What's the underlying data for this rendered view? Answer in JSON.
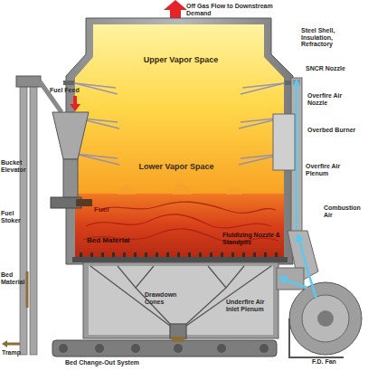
{
  "diagram": {
    "labels": [
      "Off Gas Flow to Downstream Demand",
      "Upper Vapor Space",
      "Steel Shell, Insulation, Refractory",
      "SNCR Nozzle",
      "Overfire Air Nozzle",
      "Fuel Feed",
      "Bucket Elevator",
      "Overbed Burner",
      "Lower Vapor Space",
      "Overfire Air Plenum",
      "Fuel",
      "Fuel Stoker",
      "Bed Material",
      "Fluidizing Nozzle & Standpits",
      "Combustion Air",
      "Bed Material",
      "Drawdown Cones",
      "Underfire Air Inlet Plenum",
      "Tramp",
      "Bed Change-Out System",
      "F.D. Fan"
    ]
  }
}
